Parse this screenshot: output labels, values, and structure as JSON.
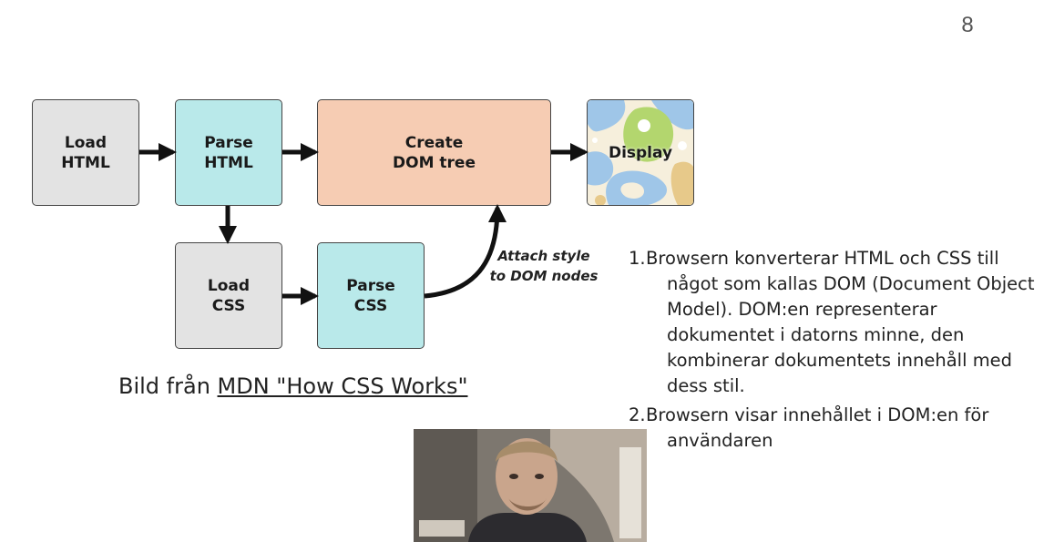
{
  "page_number": "8",
  "diagram": {
    "nodes": {
      "load_html": "Load\nHTML",
      "parse_html": "Parse\nHTML",
      "create_dom": "Create\nDOM tree",
      "display": "Display",
      "load_css": "Load\nCSS",
      "parse_css": "Parse\nCSS"
    },
    "edge_label": "Attach style\nto DOM nodes",
    "colors": {
      "gray": "#e3e3e3",
      "cyan": "#b9e9ea",
      "peach": "#f6ccb3"
    }
  },
  "caption": {
    "prefix": "Bild från ",
    "link": "MDN \"How CSS Works\""
  },
  "steps": [
    {
      "num": "1.",
      "text": "Browsern konverterar HTML och CSS till något som kallas DOM (Document Object Model). DOM:en representerar dokumentet i datorns minne, den kombinerar dokumentets innehåll med dess stil."
    },
    {
      "num": "2.",
      "text": "Browsern visar innehållet i DOM:en för användaren"
    }
  ]
}
